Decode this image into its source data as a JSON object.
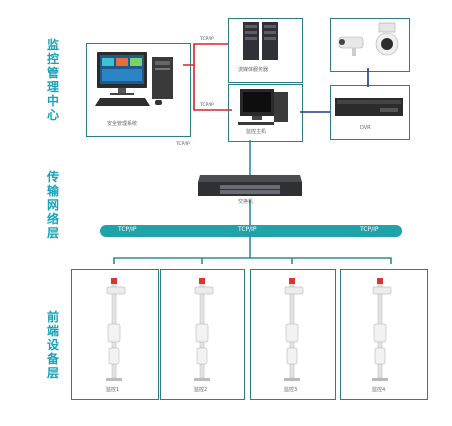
{
  "sections": {
    "management": "监控管理中心",
    "network": "传输网络层",
    "frontend": "前端设备层"
  },
  "devices": {
    "security_system": "安全管理系统",
    "server": "流媒体服务器",
    "workstation": "监控主机",
    "dvr": "DVR",
    "switch": "交换机"
  },
  "links": {
    "red_top": "TCP/IP",
    "red_bottom": "TCP/IP",
    "left_tcp": "TCP/IP",
    "bus_left": "TCP/IP",
    "bus_mid": "TCP/IP",
    "bus_right": "TCP/IP"
  },
  "poles": [
    "监控1",
    "监控2",
    "监控3",
    "监控4"
  ],
  "colors": {
    "accent": "#17a2b8",
    "red_link": "#e02020",
    "blue_link": "#1e3a8a"
  }
}
